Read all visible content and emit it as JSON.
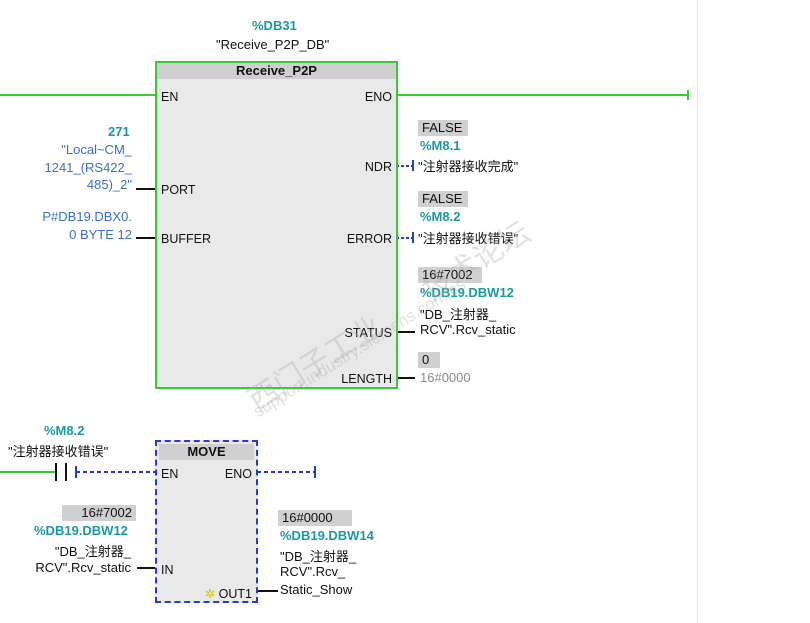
{
  "receive_block": {
    "instance_address": "%DB31",
    "instance_name": "\"Receive_P2P_DB\"",
    "title": "Receive_P2P",
    "pins": {
      "en": "EN",
      "eno": "ENO",
      "port": "PORT",
      "buffer": "BUFFER",
      "ndr": "NDR",
      "error": "ERROR",
      "status": "STATUS",
      "length": "LENGTH"
    },
    "port_param": {
      "value": "271",
      "line1": "\"Local~CM_",
      "line2": "1241_(RS422_",
      "line3": "485)_2\""
    },
    "buffer_param": {
      "line1": "P#DB19.DBX0.",
      "line2": "0 BYTE 12"
    },
    "ndr_out": {
      "value": "FALSE",
      "address": "%M8.1",
      "name": "\"注射器接收完成\""
    },
    "error_out": {
      "value": "FALSE",
      "address": "%M8.2",
      "name": "\"注射器接收错误\""
    },
    "status_out": {
      "value": "16#7002",
      "address": "%DB19.DBW12",
      "line1": "\"DB_注射器_",
      "line2": "RCV\".Rcv_static"
    },
    "length_out": {
      "value": "0",
      "name": "16#0000"
    }
  },
  "contact": {
    "address": "%M8.2",
    "name": "\"注射器接收错误\""
  },
  "move_block": {
    "title": "MOVE",
    "pins": {
      "en": "EN",
      "eno": "ENO",
      "in": "IN",
      "out1": "OUT1"
    },
    "in_param": {
      "value": "16#7002",
      "address": "%DB19.DBW12",
      "line1": "\"DB_注射器_",
      "line2": "RCV\".Rcv_static"
    },
    "out1_param": {
      "value": "16#0000",
      "address": "%DB19.DBW14",
      "line1": "\"DB_注射器_",
      "line2": "RCV\".Rcv_",
      "line3": "Static_Show"
    }
  },
  "watermark": {
    "text_cn": "西门子工业",
    "text_cn2": "技术论坛",
    "text_en": "support.industry.siemens.com/cs"
  },
  "colors": {
    "power_rail": "#33cc33",
    "non_powered": "#1e3fd0",
    "address": "#1a9aa0",
    "constant": "#3a6fd0"
  }
}
